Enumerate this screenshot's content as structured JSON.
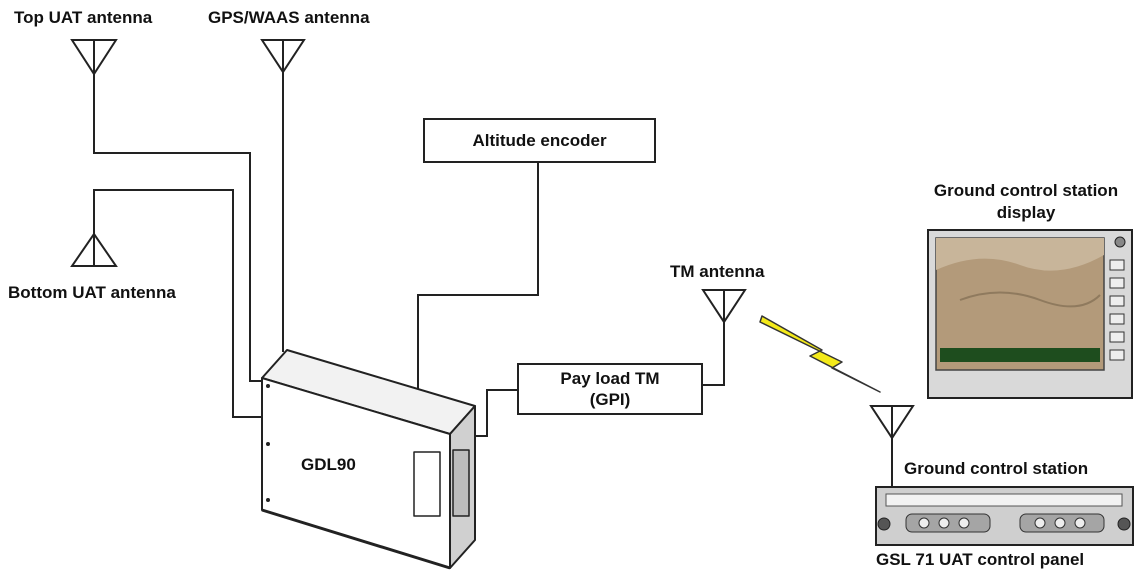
{
  "labels": {
    "top_uat_antenna": "Top UAT antenna",
    "gps_waas_antenna": "GPS/WAAS antenna",
    "bottom_uat_antenna": "Bottom UAT antenna",
    "altitude_encoder": "Altitude encoder",
    "tm_antenna": "TM antenna",
    "payload_tm_line1": "Pay load TM",
    "payload_tm_line2": "(GPI)",
    "gdl90": "GDL90",
    "gcs_display_line1": "Ground control station",
    "gcs_display_line2": "display",
    "ground_control_station": "Ground control station",
    "gsl71_panel": "GSL 71 UAT control panel"
  },
  "colors": {
    "line": "#222222",
    "lightning_fill": "#f4ea1a",
    "lightning_stroke": "#333333",
    "display_bezel": "#d9d9d9",
    "panel_body": "#cfcfcf"
  },
  "icons": {
    "antenna": "antenna-icon",
    "lightning": "wireless-link-icon"
  }
}
